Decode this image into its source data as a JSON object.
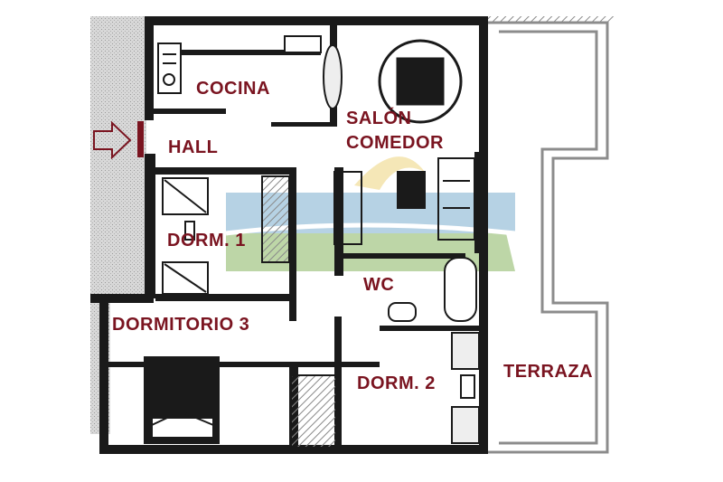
{
  "colors": {
    "label": "#7a1420",
    "wall": "#1a1a1a",
    "hatch": "#555555",
    "watermark_blue": "#9ec3dc",
    "watermark_green": "#a8c98a",
    "watermark_yellow": "#f2dfa0"
  },
  "entrance_icon": "entrance-arrow-icon",
  "rooms": {
    "cocina": "COCINA",
    "hall": "HALL",
    "salon_line1": "SALÓN",
    "salon_line2": "COMEDOR",
    "dorm1": "DORM. 1",
    "wc": "WC",
    "dormitorio3": "DORMITORIO 3",
    "dorm2": "DORM. 2",
    "terraza": "TERRAZA"
  }
}
